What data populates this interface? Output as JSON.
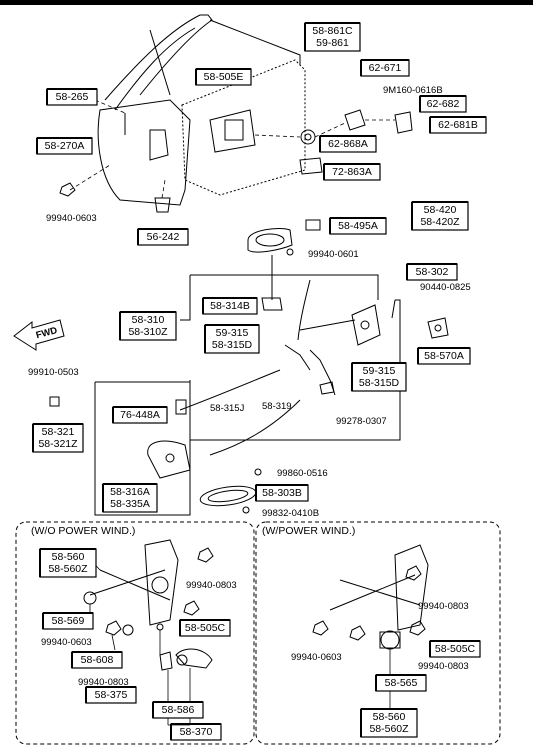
{
  "parts": {
    "p58_861": [
      "58-861C",
      "59-861"
    ],
    "p58_505e": "58-505E",
    "p58_265": "58-265",
    "p58_270a": "58-270A",
    "p62_671": "62-671",
    "p9m160": "9M160-0616B",
    "p62_682": "62-682",
    "p62_681b": "62-681B",
    "p62_868a": "62-868A",
    "p72_863a": "72-863A",
    "p99940_top": "99940-0603",
    "p56_242": "56-242",
    "p58_420": [
      "58-420",
      "58-420Z"
    ],
    "p58_495a": "58-495A",
    "p99940_0601": "99940-0601",
    "p58_302": "58-302",
    "p90440": "90440-0825",
    "p58_310": [
      "58-310",
      "58-310Z"
    ],
    "p58_314b": "58-314B",
    "p59_315a": [
      "59-315",
      "58-315D"
    ],
    "p59_315b": [
      "59-315",
      "58-315D"
    ],
    "p58_570a": "58-570A",
    "fwd": "FWD",
    "p99910": "99910-0503",
    "p76_448a": "76-448A",
    "p58_315j": "58-315J",
    "p58_319": "58-319",
    "p99278": "99278-0307",
    "p58_321": [
      "58-321",
      "58-321Z"
    ],
    "p99860": "99860-0516",
    "p58_316a": [
      "58-316A",
      "58-335A"
    ],
    "p58_303b": "58-303B",
    "p99832": "99832-0410B",
    "p58_560_left": [
      "58-560",
      "58-560Z"
    ],
    "p99940_0803_l1": "99940-0803",
    "p58_569": "58-569",
    "p99940_0603_l": "99940-0603",
    "p58_505c_l": "58-505C",
    "p58_608": "58-608",
    "p99940_0803_l2": "99940-0803",
    "p58_375": "58-375",
    "p58_586": "58-586",
    "p58_370": "58-370",
    "p99940_0803_r1": "99940-0803",
    "p99940_0603_r": "99940-0603",
    "p58_505c_r": "58-505C",
    "p99940_0803_r2": "99940-0803",
    "p58_565": "58-565",
    "p58_560_right": [
      "58-560",
      "58-560Z"
    ]
  },
  "sections": {
    "left_title": "(W/O POWER WIND.)",
    "right_title": "(W/POWER WIND.)"
  }
}
